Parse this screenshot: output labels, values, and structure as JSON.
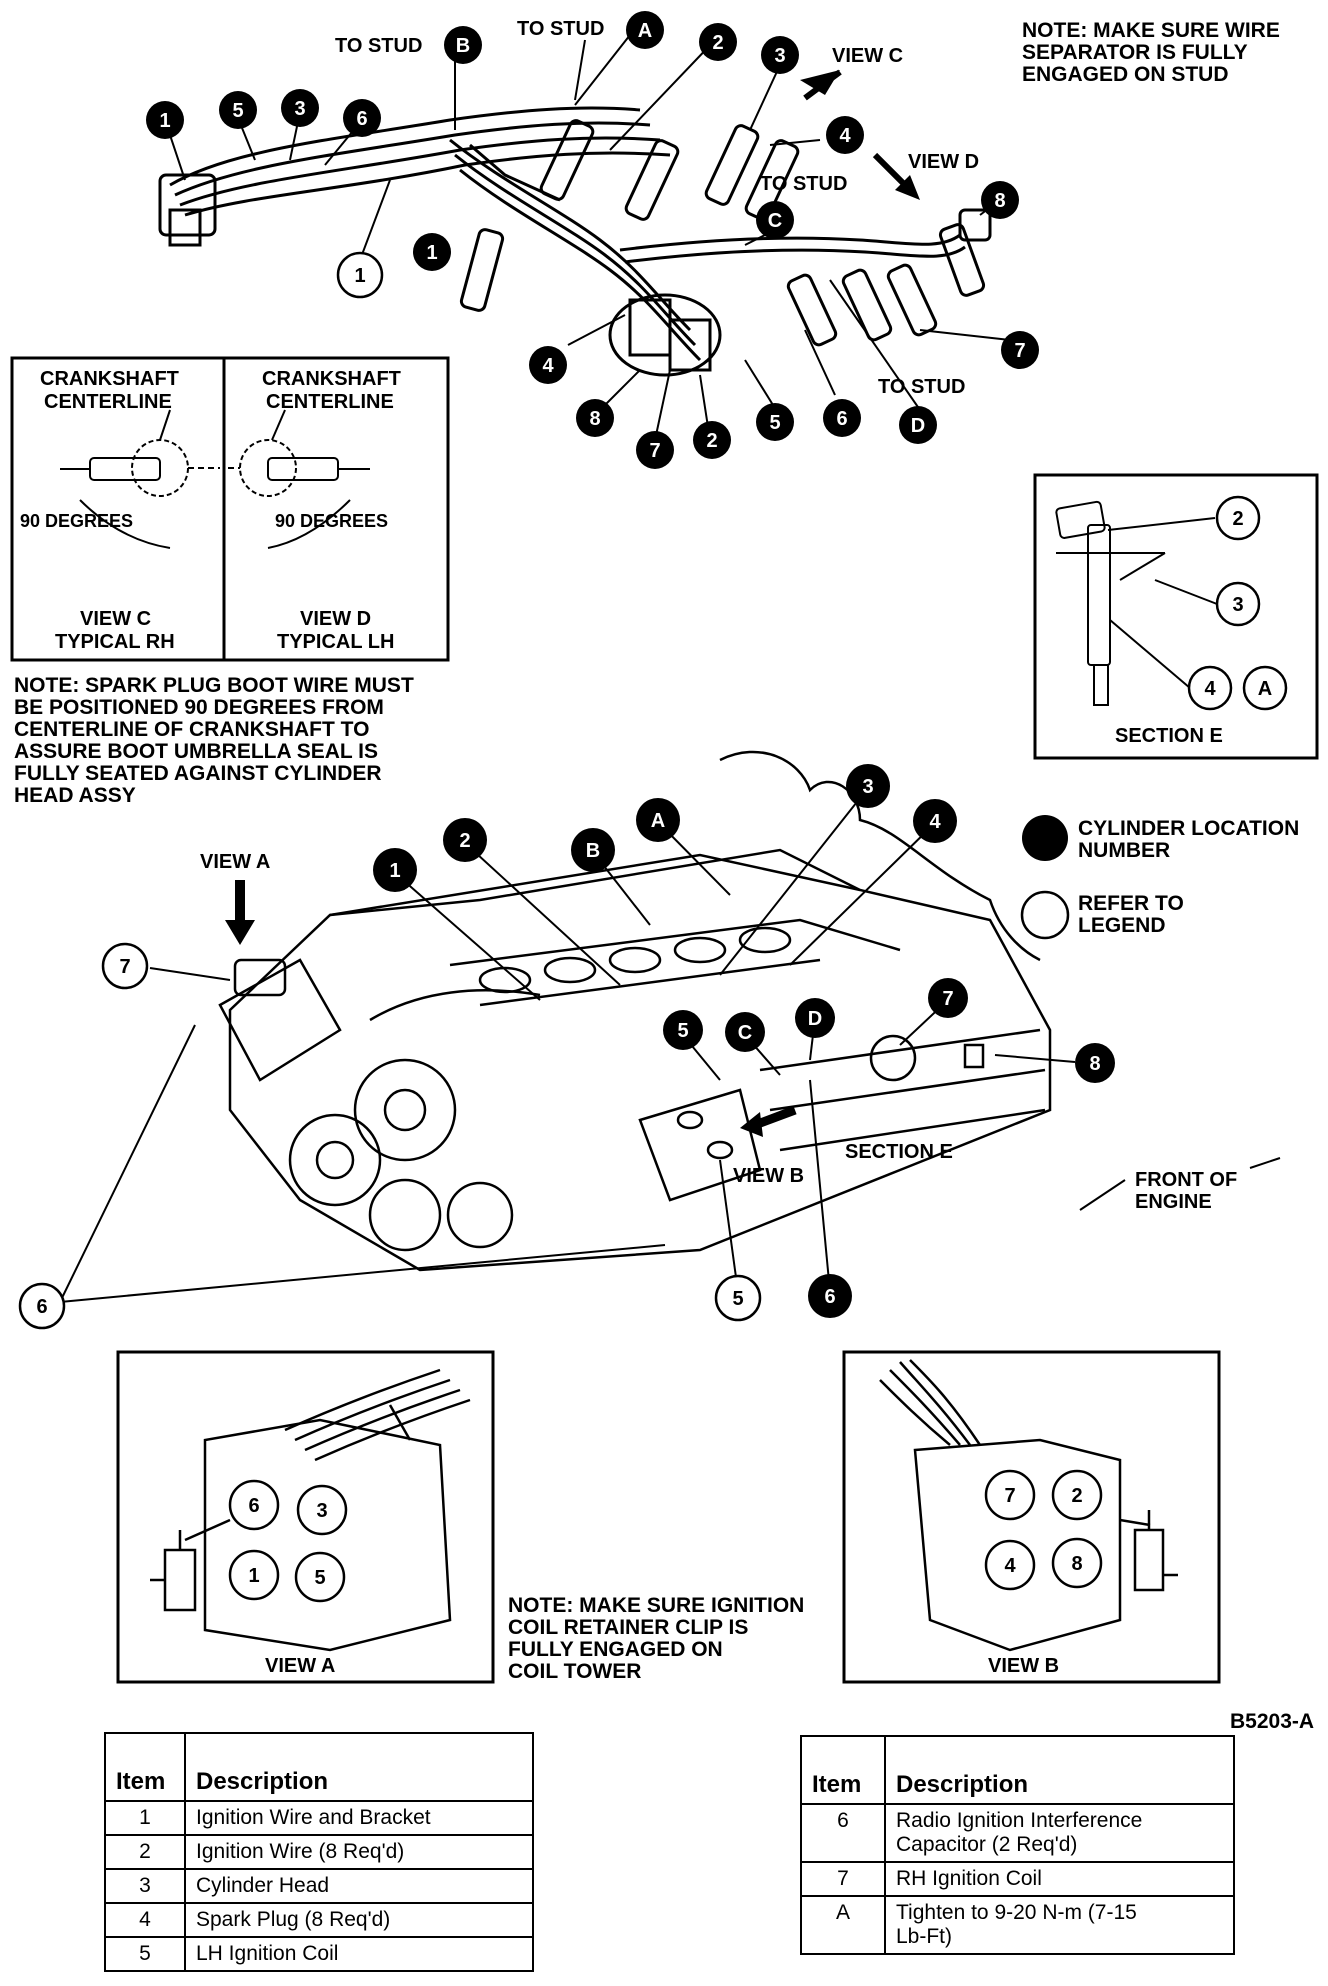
{
  "figure_id": "B5203-A",
  "notes": {
    "wire_separator": "NOTE: MAKE SURE WIRE\nSEPARATOR IS FULLY\nENGAGED ON STUD",
    "boot_wire": "NOTE: SPARK PLUG BOOT WIRE MUST\nBE POSITIONED 90 DEGREES FROM\nCENTERLINE OF CRANKSHAFT TO\nASSURE BOOT UMBRELLA SEAL IS\nFULLY SEATED AGAINST CYLINDER\nHEAD ASSY",
    "coil_clip": "NOTE: MAKE SURE IGNITION\nCOIL RETAINER CLIP IS\nFULLY ENGAGED ON\nCOIL TOWER"
  },
  "key": {
    "filled": "CYLINDER LOCATION\nNUMBER",
    "open": "REFER TO\nLEGEND"
  },
  "labels": {
    "to_stud": "TO STUD",
    "view_a": "VIEW A",
    "view_b": "VIEW B",
    "view_c": "VIEW C",
    "view_d": "VIEW D",
    "section_e": "SECTION E",
    "front_of_engine": "FRONT OF\nENGINE",
    "crank_cl": "CRANKSHAFT\nCENTERLINE",
    "deg90": "90 DEGREES",
    "view_c_rh": "VIEW C\nTYPICAL RH",
    "view_d_lh": "VIEW D\nTYPICAL LH"
  },
  "callouts": {
    "a": "A",
    "b": "B",
    "c": "C",
    "d": "D",
    "n1": "1",
    "n2": "2",
    "n3": "3",
    "n4": "4",
    "n5": "5",
    "n6": "6",
    "n7": "7",
    "n8": "8"
  },
  "legend": {
    "col_item": "Item",
    "col_desc": "Description",
    "left": [
      {
        "item": "1",
        "desc": "Ignition Wire and Bracket"
      },
      {
        "item": "2",
        "desc": "Ignition Wire (8 Req'd)"
      },
      {
        "item": "3",
        "desc": "Cylinder Head"
      },
      {
        "item": "4",
        "desc": "Spark Plug (8 Req'd)"
      },
      {
        "item": "5",
        "desc": "LH Ignition Coil"
      }
    ],
    "right": [
      {
        "item": "6",
        "desc": "Radio Ignition Interference\nCapacitor (2 Req'd)"
      },
      {
        "item": "7",
        "desc": "RH Ignition Coil"
      },
      {
        "item": "A",
        "desc": "Tighten to 9-20 N-m (7-15\nLb-Ft)"
      }
    ]
  }
}
